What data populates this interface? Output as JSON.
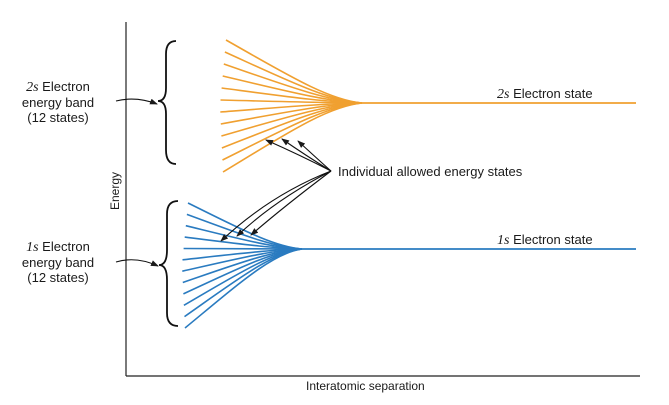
{
  "axes": {
    "x_label": "Interatomic separation",
    "y_label": "Energy"
  },
  "bands": [
    {
      "orbital": "2s",
      "left_label": {
        "orbital": "2s",
        "line1_suffix": " Electron",
        "line2": "energy band",
        "line3": "(12 states)"
      },
      "state_label": {
        "orbital": "2s",
        "suffix": " Electron state"
      },
      "color": "#f0a030",
      "line_count": 12
    },
    {
      "orbital": "1s",
      "left_label": {
        "orbital": "1s",
        "line1_suffix": " Electron",
        "line2": "energy band",
        "line3": "(12 states)"
      },
      "state_label": {
        "orbital": "1s",
        "suffix": " Electron state"
      },
      "color": "#2a7bc0",
      "line_count": 12
    }
  ],
  "annotation": {
    "text": "Individual allowed energy states"
  },
  "colors": {
    "axis": "#222222",
    "text": "#1a1a1a"
  }
}
